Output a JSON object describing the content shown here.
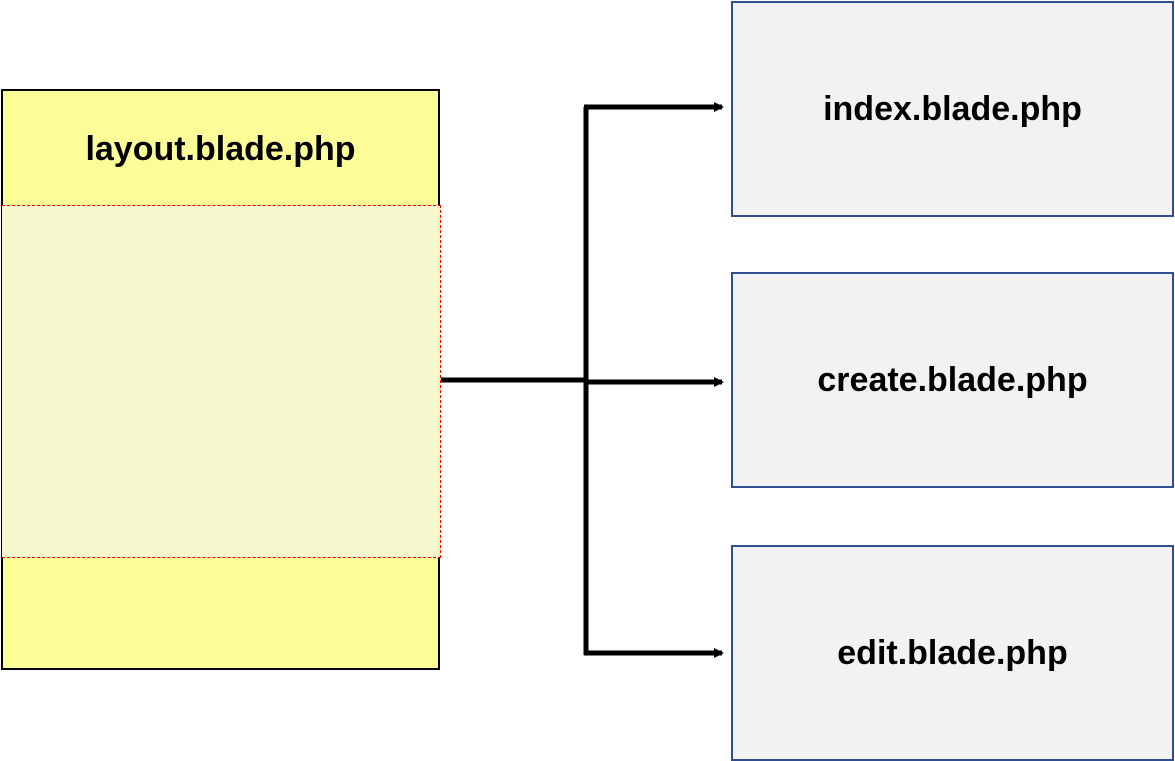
{
  "layout": {
    "title": "layout.blade.php"
  },
  "views": [
    {
      "label": "index.blade.php"
    },
    {
      "label": "create.blade.php"
    },
    {
      "label": "edit.blade.php"
    }
  ],
  "colors": {
    "layout_fill": "#fdfd97",
    "slot_fill": "#f6f7cc",
    "slot_border": "#ff0000",
    "view_fill": "#f2f2f2",
    "view_border": "#2f4f8f",
    "connector": "#000000"
  }
}
